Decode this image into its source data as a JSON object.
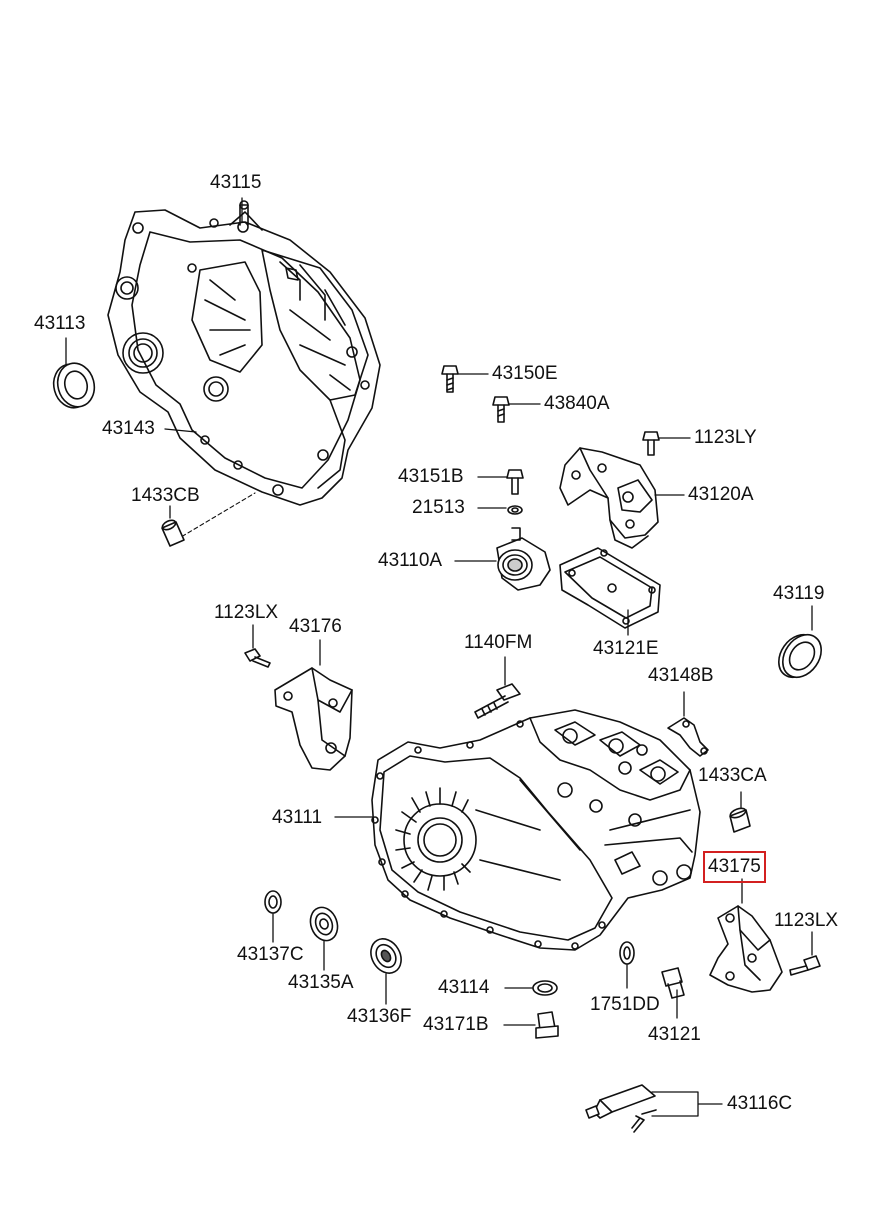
{
  "diagram": {
    "highlight_color": "#d32020",
    "line_color": "#111111",
    "highlighted_part": "43175",
    "parts": {
      "p43115": "43115",
      "p43113": "43113",
      "p43143": "43143",
      "p1433CB": "1433CB",
      "p43150E": "43150E",
      "p43840A": "43840A",
      "p1123LY": "1123LY",
      "p43151B": "43151B",
      "p21513": "21513",
      "p43120A": "43120A",
      "p43110A": "43110A",
      "p43119": "43119",
      "p43121E": "43121E",
      "p1123LX_a": "1123LX",
      "p43176": "43176",
      "p1140FM": "1140FM",
      "p43148B": "43148B",
      "p1433CA": "1433CA",
      "p43111": "43111",
      "p43175": "43175",
      "p1123LX_b": "1123LX",
      "p43137C": "43137C",
      "p43135A": "43135A",
      "p43114": "43114",
      "p1751DD": "1751DD",
      "p43136F": "43136F",
      "p43171B": "43171B",
      "p43121": "43121",
      "p43116C": "43116C"
    }
  }
}
